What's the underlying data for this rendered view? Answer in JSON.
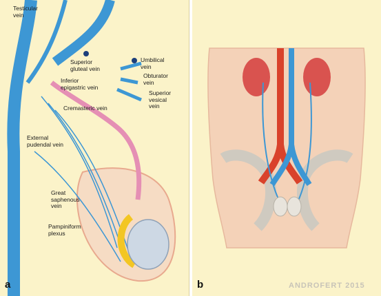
{
  "panel_a": {
    "letter": "a",
    "labels": {
      "testicular_vein": "Testicular\nvein",
      "umbilical_vein": "Umbilical\nvein",
      "superior_gluteal_vein": "Superior\ngluteal vein",
      "obturator_vein": "Obturator\nvein",
      "inferior_epigastric_vein": "Inferior\nepigastric vein",
      "superior_vesical_vein": "Superior\nvesical\nvein",
      "cremasteric_vein": "Cremasteric vein",
      "external_pudendal_vein": "External\npudendal vein",
      "great_saphenous_vein": "Great\nsaphenous\nvein",
      "pampiniform_plexus": "Pampiniform\nplexus"
    }
  },
  "panel_b": {
    "letter": "b",
    "credit": "ANDROFERT 2015"
  },
  "colors": {
    "panel_bg": "#fbf3c9",
    "vein": "#3d97d4",
    "artery": "#d9422b",
    "vas_deferens": "#e58fb4",
    "kidney": "#d9534f",
    "skin": "#f4d2b8",
    "epididymis": "#f3c623"
  }
}
